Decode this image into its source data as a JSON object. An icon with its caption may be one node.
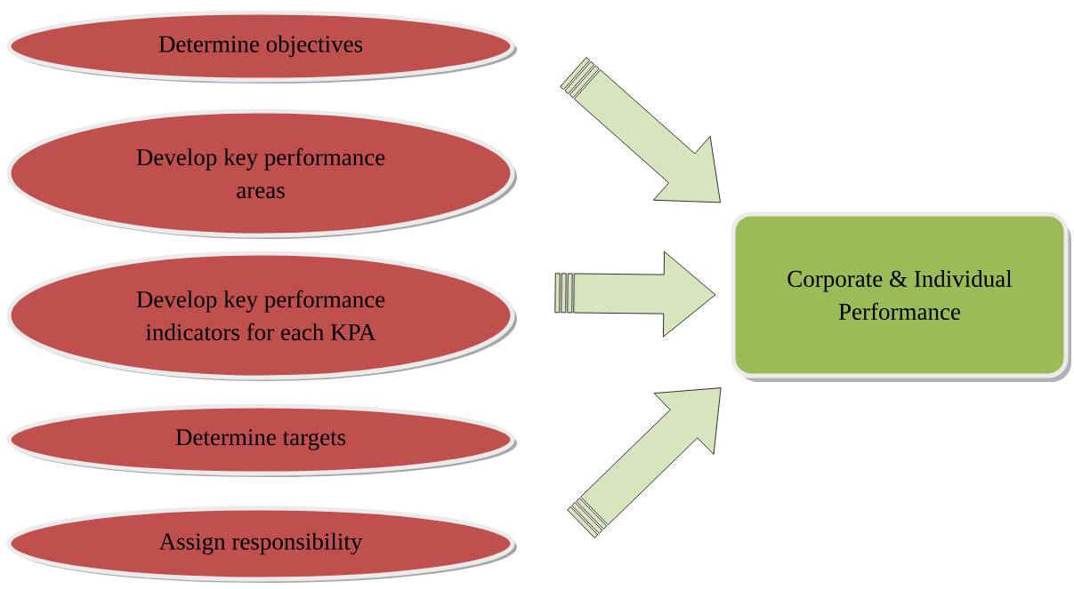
{
  "diagram": {
    "nodes": [
      {
        "text": [
          "Determine objectives"
        ]
      },
      {
        "text": [
          "Develop key performance areas"
        ]
      },
      {
        "text": [
          "Develop key performance indicators for each KPA"
        ]
      },
      {
        "text": [
          "Determine targets"
        ]
      },
      {
        "text": [
          "Assign responsibility"
        ]
      },
      {
        "text": [
          "Corporate & Individual Performance"
        ]
      }
    ],
    "edges": [
      {
        "from": null,
        "to": 5,
        "arrow": "to"
      },
      {
        "from": null,
        "to": 5,
        "arrow": "to"
      },
      {
        "from": null,
        "to": 5,
        "arrow": "to"
      }
    ]
  }
}
